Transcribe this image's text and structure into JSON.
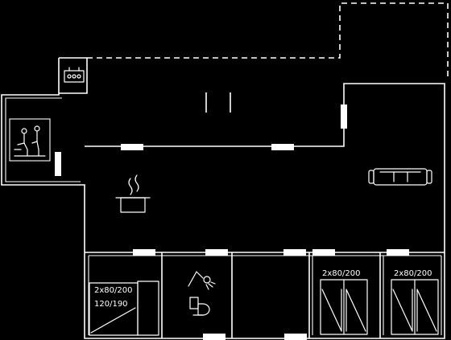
{
  "rooms": {
    "bedroom_left": {
      "bed_label": "2x80/200",
      "bunk_label": "120/190"
    },
    "bedroom_middle": {
      "bed_label": "2x80/200"
    },
    "bedroom_right": {
      "bed_label": "2x80/200"
    }
  },
  "icons": [
    "sauna-stove-icon",
    "sauna-bench-icon",
    "kitchen-pot-icon",
    "sofa-icon",
    "shower-icon",
    "toilet-icon",
    "single-bed-icon",
    "twin-bed-icon"
  ],
  "colors": {
    "background": "#000000",
    "lines": "#ffffff"
  }
}
